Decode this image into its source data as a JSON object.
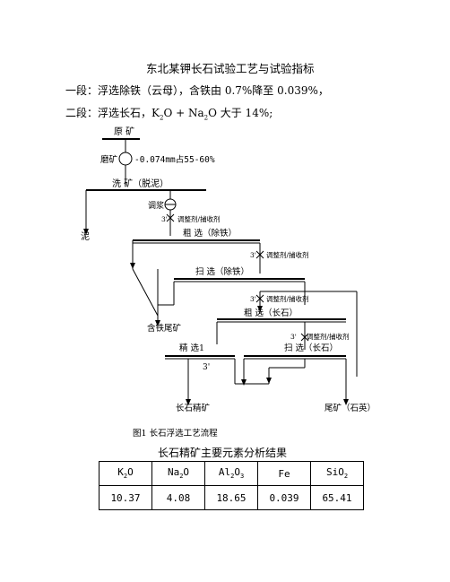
{
  "title": "东北某钾长石试验工艺与试验指标",
  "stage1": "一段：浮选除铁（云母），含铁由 0.7%降至 0.039%，",
  "stage2_prefix": "二段：浮选长石，K",
  "stage2_mid1": "O + Na",
  "stage2_mid2": "O 大于 14%;",
  "flow": {
    "raw_ore": "原 矿",
    "grinding": "磨矿",
    "grinding_spec": "-0.074mm占55-60%",
    "washing": "洗  矿（脱泥）",
    "mud": "泥",
    "conditioning": "调浆",
    "reagent1": "调整剂/捕收剂",
    "rough_fe": "粗  选（除铁）",
    "reagent2": "调整剂/捕收剂",
    "scav_fe": "扫  选（除铁）",
    "reagent3": "调整剂/捕收剂",
    "rough_fs": "粗  选（长石）",
    "fe_tailings": "含铁尾矿",
    "reagent4": "调整剂/捕收剂",
    "cleaner": "精  选1",
    "scav_fs": "扫  选（长石）",
    "time_label": "3'",
    "time_small": "3'",
    "concentrate": "长石精矿",
    "tailings": "尾矿（石英）"
  },
  "caption": "图1     长石浮选工艺流程",
  "table_title": "长石精矿主要元素分析结果",
  "table": {
    "headers": [
      "K2O",
      "Na2O",
      "Al2O3",
      "Fe",
      "SiO2"
    ],
    "values": [
      "10.37",
      "4.08",
      "18.65",
      "0.039",
      "65.41"
    ]
  }
}
